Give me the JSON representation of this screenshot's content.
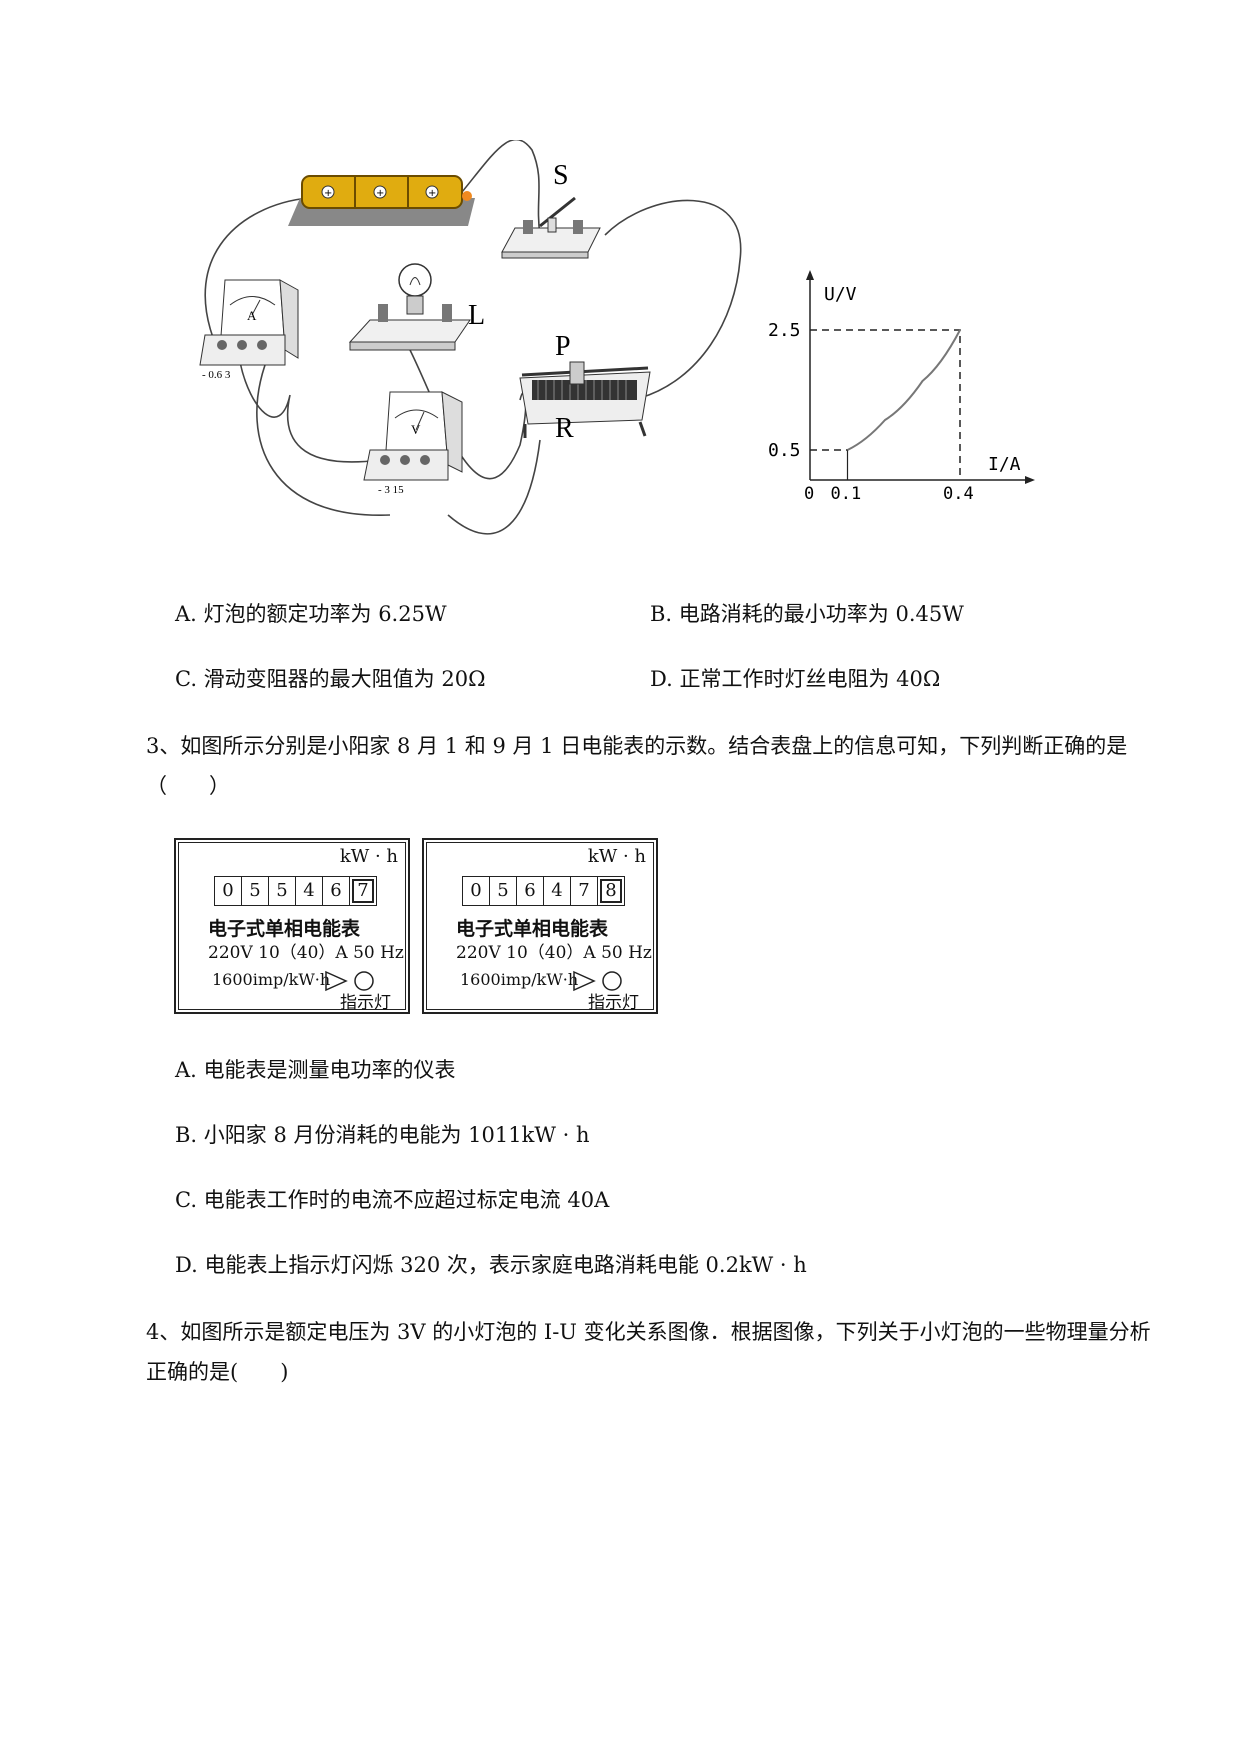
{
  "circuit_figure": {
    "labels": {
      "switch": "S",
      "lamp": "L",
      "slider": "P",
      "rheostat": "R",
      "ammeter": "A",
      "voltmeter": "V"
    },
    "ammeter_terminals": "-  0.6  3",
    "voltmeter_terminals": "-  3  15",
    "battery_color": "#e0ac10"
  },
  "graph": {
    "y_axis_label": "U/V",
    "x_axis_label": "I/A",
    "origin_label": "0",
    "x_ticks": [
      "0.1",
      "0.4"
    ],
    "y_ticks": [
      "0.5",
      "2.5"
    ],
    "curve_points": [
      [
        0.1,
        0.5
      ],
      [
        0.2,
        1.0
      ],
      [
        0.3,
        1.65
      ],
      [
        0.4,
        2.5
      ]
    ]
  },
  "question2_options": {
    "a": "A. 灯泡的额定功率为 6.25W",
    "b": "B. 电路消耗的最小功率为 0.45W",
    "c": "C. 滑动变阻器的最大阻值为 20Ω",
    "d": "D. 正常工作时灯丝电阻为 40Ω"
  },
  "question3": {
    "stem": "3、如图所示分别是小阳家 8 月 1 和 9 月 1 日电能表的示数。结合表盘上的信息可知，下列判断正确的是（　　）",
    "meters": [
      {
        "unit": "kW · h",
        "digits": [
          "0",
          "5",
          "5",
          "4",
          "6",
          "7"
        ],
        "name": "电子式单相电能表",
        "rating": "220V 10（40）A 50 Hz",
        "impulse": "1600imp/kW·h",
        "indicator": "指示灯"
      },
      {
        "unit": "kW · h",
        "digits": [
          "0",
          "5",
          "6",
          "4",
          "7",
          "8"
        ],
        "name": "电子式单相电能表",
        "rating": "220V 10（40）A 50 Hz",
        "impulse": "1600imp/kW·h",
        "indicator": "指示灯"
      }
    ],
    "options": {
      "a": "A. 电能表是测量电功率的仪表",
      "b": "B. 小阳家 8 月份消耗的电能为 1011kW · h",
      "c": "C. 电能表工作时的电流不应超过标定电流 40A",
      "d": "D. 电能表上指示灯闪烁 320 次，表示家庭电路消耗电能 0.2kW · h"
    }
  },
  "question4": {
    "stem": "4、如图所示是额定电压为 3V 的小灯泡的 I-U 变化关系图像．根据图像，下列关于小灯泡的一些物理量分析正确的是(　　)"
  }
}
